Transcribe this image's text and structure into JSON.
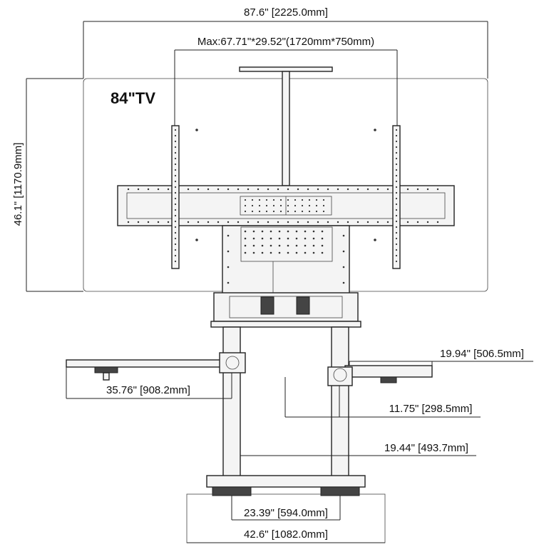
{
  "tv_label": "84\"TV",
  "dimensions": {
    "tv_width": "87.6\" [2225.0mm]",
    "tv_height": "46.1\" [1170.9mm]",
    "vesa_max": "Max:67.71\"*29.52\"(1720mm*750mm)",
    "left_shelf": "35.76\" [908.2mm]",
    "right_shelf_width": "19.94\" [506.5mm]",
    "right_shelf_depth": "11.75\" [298.5mm]",
    "column_spacing": "19.44\" [493.7mm]",
    "base_inner": "23.39\" [594.0mm]",
    "base_outer": "42.6\" [1082.0mm]"
  }
}
